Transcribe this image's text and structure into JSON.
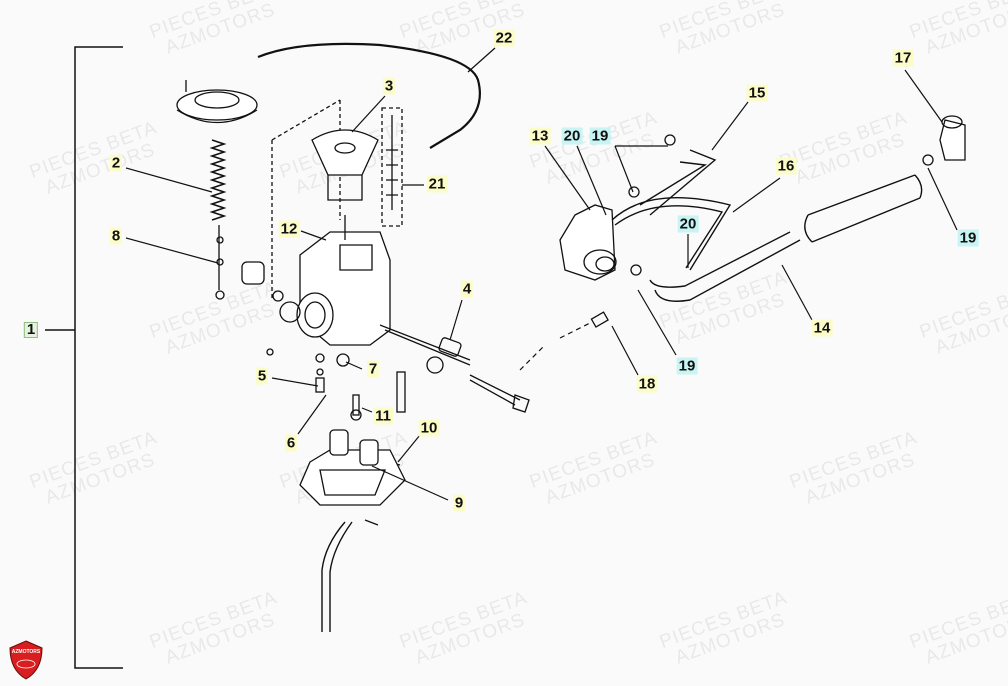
{
  "watermark": {
    "line1": "PIECES BETA",
    "line2": "AZMOTORS"
  },
  "logo": {
    "text": "AZMOTORS",
    "color": "#d81e1e"
  },
  "callouts": [
    {
      "id": "1",
      "style": "group"
    },
    {
      "id": "2",
      "style": "yellow"
    },
    {
      "id": "3",
      "style": "yellow"
    },
    {
      "id": "4",
      "style": "yellow"
    },
    {
      "id": "5",
      "style": "yellow"
    },
    {
      "id": "6",
      "style": "yellow"
    },
    {
      "id": "7",
      "style": "yellow"
    },
    {
      "id": "8",
      "style": "yellow"
    },
    {
      "id": "9",
      "style": "yellow"
    },
    {
      "id": "10",
      "style": "yellow"
    },
    {
      "id": "11",
      "style": "yellow"
    },
    {
      "id": "12",
      "style": "yellow"
    },
    {
      "id": "13",
      "style": "yellow"
    },
    {
      "id": "14",
      "style": "yellow"
    },
    {
      "id": "15",
      "style": "yellow"
    },
    {
      "id": "16",
      "style": "yellow"
    },
    {
      "id": "17",
      "style": "yellow"
    },
    {
      "id": "18",
      "style": "yellow"
    },
    {
      "id": "19",
      "style": "cyan"
    },
    {
      "id": "19",
      "style": "cyan"
    },
    {
      "id": "19",
      "style": "cyan"
    },
    {
      "id": "20",
      "style": "cyan"
    },
    {
      "id": "20",
      "style": "cyan"
    },
    {
      "id": "21",
      "style": "yellow"
    },
    {
      "id": "22",
      "style": "yellow"
    }
  ],
  "colors": {
    "yellow_label": "#fcfcc8",
    "cyan_label": "#c8f4f4",
    "group_label_border": "#8cbf80",
    "line": "#111111"
  }
}
